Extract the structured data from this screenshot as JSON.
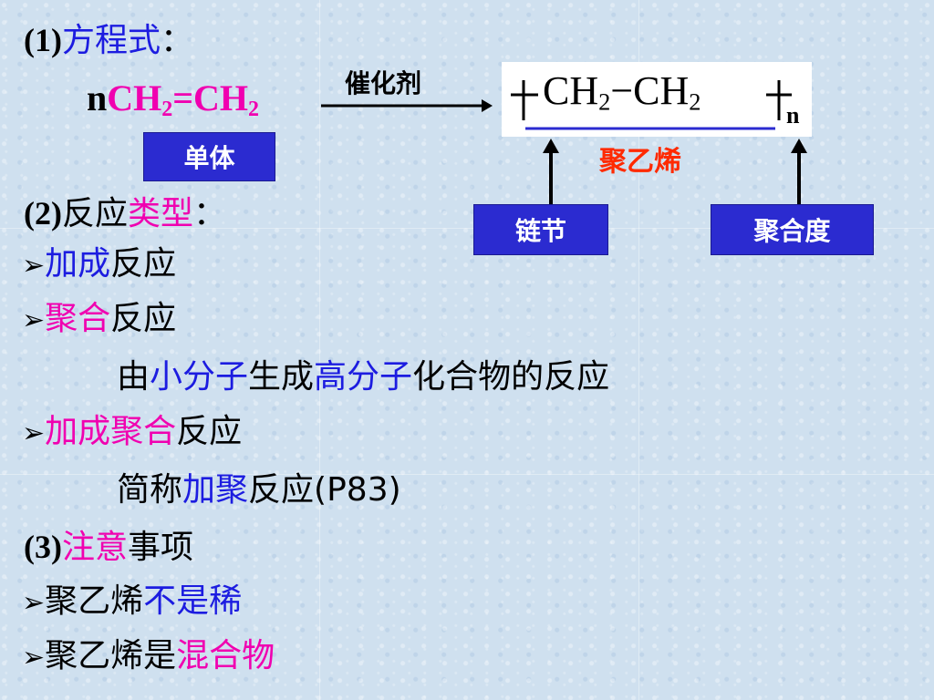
{
  "section1": {
    "num": "(1)",
    "title": "方程式",
    "colon": "："
  },
  "reaction": {
    "coef": "n",
    "monomer": [
      "CH",
      "2",
      "=CH",
      "2"
    ],
    "catalyst": "催化剂",
    "polymer_left": "CH",
    "polymer_sub1": "2",
    "polymer_dash": "−CH",
    "polymer_sub2": "2",
    "polymer_n": "n"
  },
  "labels": {
    "monomer": "单体",
    "polymer_name": "聚乙烯",
    "chain_unit": "链节",
    "degree": "聚合度"
  },
  "section2": {
    "num": "(2)",
    "title_a": "反应",
    "title_b": "类型",
    "colon": "："
  },
  "items": {
    "addition_a": "加成",
    "addition_b": "反应",
    "polym_a": "聚合",
    "polym_b": "反应",
    "desc_1": "由",
    "desc_2": "小分子",
    "desc_3": "生成",
    "desc_4": "高分子",
    "desc_5": "化合物的反应",
    "addpoly_a": "加成聚合",
    "addpoly_b": "反应",
    "short_1": "简称",
    "short_2": "加聚",
    "short_3": "反应(P83)"
  },
  "section3": {
    "num": "(3)",
    "title_a": "注意",
    "title_b": "事项"
  },
  "notes": {
    "n1_a": "聚乙烯",
    "n1_b": "不是稀",
    "n2_a": "聚乙烯是",
    "n2_b": "混合物"
  },
  "bullet": "➢",
  "colors": {
    "blue": "#1c1ce0",
    "pink": "#f000b0",
    "red": "#ff2a00",
    "box": "#2b2bd0"
  }
}
